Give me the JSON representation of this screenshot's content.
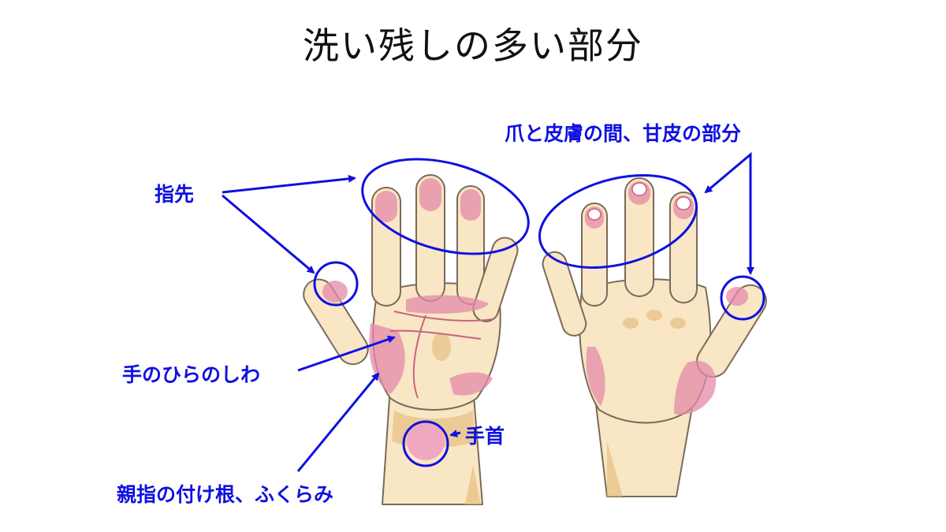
{
  "title": "洗い残しの多い部分",
  "labels": {
    "fingertips": "指先",
    "nails": "爪と皮膚の間、甘皮の部分",
    "palm_creases": "手のひらのしわ",
    "wrist": "手首",
    "thumb_base": "親指の付け根、ふくらみ"
  },
  "colors": {
    "annotation": "#1010e0",
    "skin": "#f8e6c4",
    "shade": "#e7bf80",
    "residue": "#e58aaa",
    "outline": "#7a6a5a"
  }
}
